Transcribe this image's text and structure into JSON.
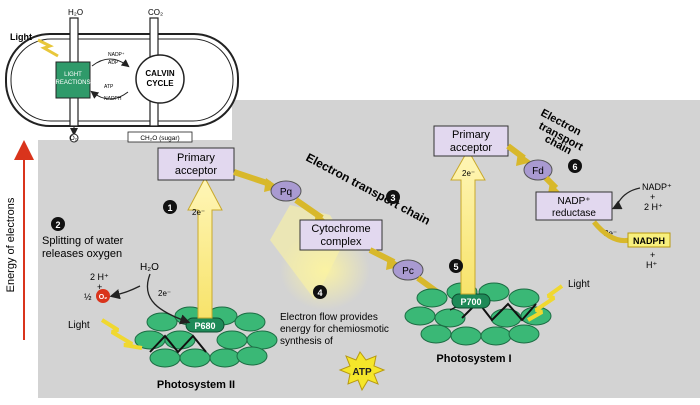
{
  "inset": {
    "light": "Light",
    "h2o": "H₂O",
    "co2": "CO₂",
    "o2": "O₂",
    "nadp": "NADP⁺",
    "adp": "ADP",
    "atp": "ATP",
    "nadph": "NADPH",
    "light_reactions_1": "LIGHT",
    "light_reactions_2": "REACTIONS",
    "calvin_1": "CALVIN",
    "calvin_2": "CYCLE",
    "sugar": "CH₂O (sugar)"
  },
  "axis_label": "Energy of electrons",
  "steps": {
    "s1": "1",
    "s2": "2",
    "s3": "3",
    "s4": "4",
    "s5": "5",
    "s6": "6"
  },
  "ps2": {
    "primary_acceptor_1": "Primary",
    "primary_acceptor_2": "acceptor",
    "electron_label": "2e⁻",
    "splitting_1": "Splitting of water",
    "splitting_2": "releases oxygen",
    "h2o": "H₂O",
    "two_h": "2 H⁺",
    "plus": "+",
    "half": "½",
    "o2": "O₂",
    "e_minus": "2e⁻",
    "light": "Light",
    "reaction_center": "P680",
    "name": "Photosystem II"
  },
  "etc1": {
    "title": "Electron transport chain",
    "pq": "Pq",
    "cyto_1": "Cytochrome",
    "cyto_2": "complex",
    "pc": "Pc"
  },
  "flow": {
    "line1": "Electron flow provides",
    "line2": "energy for chemiosmotic",
    "line3": "synthesis of",
    "atp": "ATP"
  },
  "ps1": {
    "primary_acceptor_1": "Primary",
    "primary_acceptor_2": "acceptor",
    "electron_label": "2e⁻",
    "reaction_center": "P700",
    "light": "Light",
    "name": "Photosystem I"
  },
  "etc2": {
    "title_1": "Electron",
    "title_2": "transport",
    "title_3": "chain",
    "fd": "Fd",
    "reductase_1": "NADP⁺",
    "reductase_2": "reductase",
    "e_label": "2e⁻",
    "nadp": "NADP⁺",
    "plus1": "+",
    "two_h": "2 H⁺",
    "nadph": "NADPH",
    "plus2": "+",
    "h": "H⁺"
  }
}
